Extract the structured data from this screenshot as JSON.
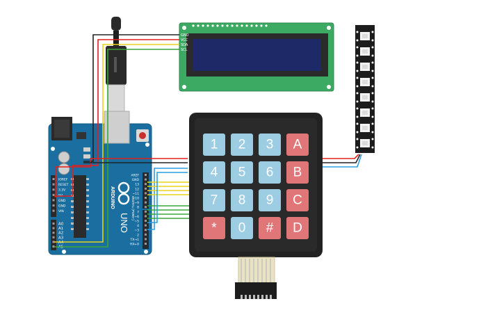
{
  "lcd": {
    "pins": [
      "GND",
      "VCC",
      "SDA",
      "SCL"
    ]
  },
  "arduino": {
    "logo_text": "ARDUINO",
    "model": "UNO",
    "digital_header": "DIGITAL (PWM~)",
    "power_labels": [
      "IOREF",
      "RESET",
      "3.3V",
      "5V",
      "GND",
      "GND",
      "VIN"
    ],
    "analog_labels": [
      "A0",
      "A1",
      "A2",
      "A3",
      "A4",
      "A5"
    ],
    "digital_pins": [
      "AREF",
      "GND",
      "13",
      "12",
      "~11",
      "~10",
      "~9",
      "8",
      "7",
      "~6",
      "~5",
      "4",
      "~3",
      "2",
      "TX→1",
      "RX←0"
    ]
  },
  "keypad": {
    "rows": [
      [
        "1",
        "2",
        "3",
        "A"
      ],
      [
        "4",
        "5",
        "6",
        "B"
      ],
      [
        "7",
        "8",
        "9",
        "C"
      ],
      [
        "*",
        "0",
        "#",
        "D"
      ]
    ],
    "colors": {
      "number_key": "#9ccde3",
      "letter_key": "#e17678",
      "body": "#222222"
    }
  },
  "wires": {
    "colors": {
      "red": "#e2201d",
      "black": "#222222",
      "yellow": "#e8d31a",
      "green": "#3aa53a",
      "blue": "#2c9ee0"
    }
  },
  "colors": {
    "board": "#1b6fa0",
    "lcd_pcb": "#3daa63",
    "lcd_screen": "#1e2a67",
    "neopixel_strip": "#1c1c1c"
  }
}
